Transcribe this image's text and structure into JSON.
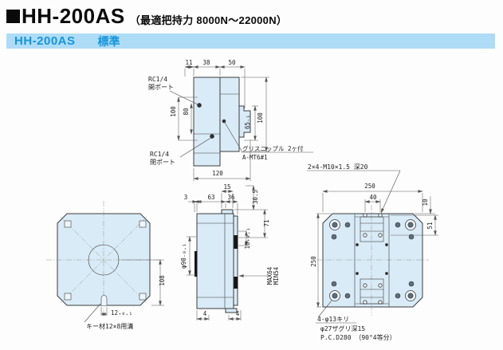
{
  "header": {
    "title": "HH-200AS",
    "subtitle": "（最適把持力 8000N～22000N）",
    "bar": {
      "model": "HH-200AS",
      "variant": "標準"
    },
    "accent_color": "#1795dc",
    "bar_bg": "#aedcf6"
  },
  "drawing": {
    "fill_color": "#d9ebf7",
    "top_view": {
      "d11": "11",
      "d38": "38",
      "d50": "50",
      "d100l": "100",
      "d80": "80",
      "d65": "65₋₁",
      "d100r": "100",
      "d120": "120",
      "open1": "RC1/4",
      "open2": "開ポート",
      "close1": "RC1/4",
      "close2": "閉ポート",
      "grease": "グリスニップル 2ヶ付",
      "grease2": "A-MT6#1"
    },
    "section_view": {
      "d15": "15",
      "d3": "3",
      "d63": "63",
      "d36": "36",
      "d305": "30.5",
      "d71": "71",
      "d10": "10₊₀.₁",
      "max": "MAX64",
      "min": "MIN54",
      "phi90": "φ90₋₀.₁",
      "d4a": "4",
      "d4b": "4"
    },
    "left_view": {
      "d108": "108",
      "d12": "12₊₀.₁",
      "key": "キー材12×8用溝"
    },
    "right_view": {
      "tap": "2×4-M10×1.5 深20",
      "d250t": "250",
      "d40": "40",
      "d10": "10",
      "d51": "51",
      "d250l": "250",
      "holes1": "4-φ13キリ",
      "holes2": "φ27ザグリ深15",
      "holes3": "P.C.D280 （90°4等分）"
    }
  }
}
